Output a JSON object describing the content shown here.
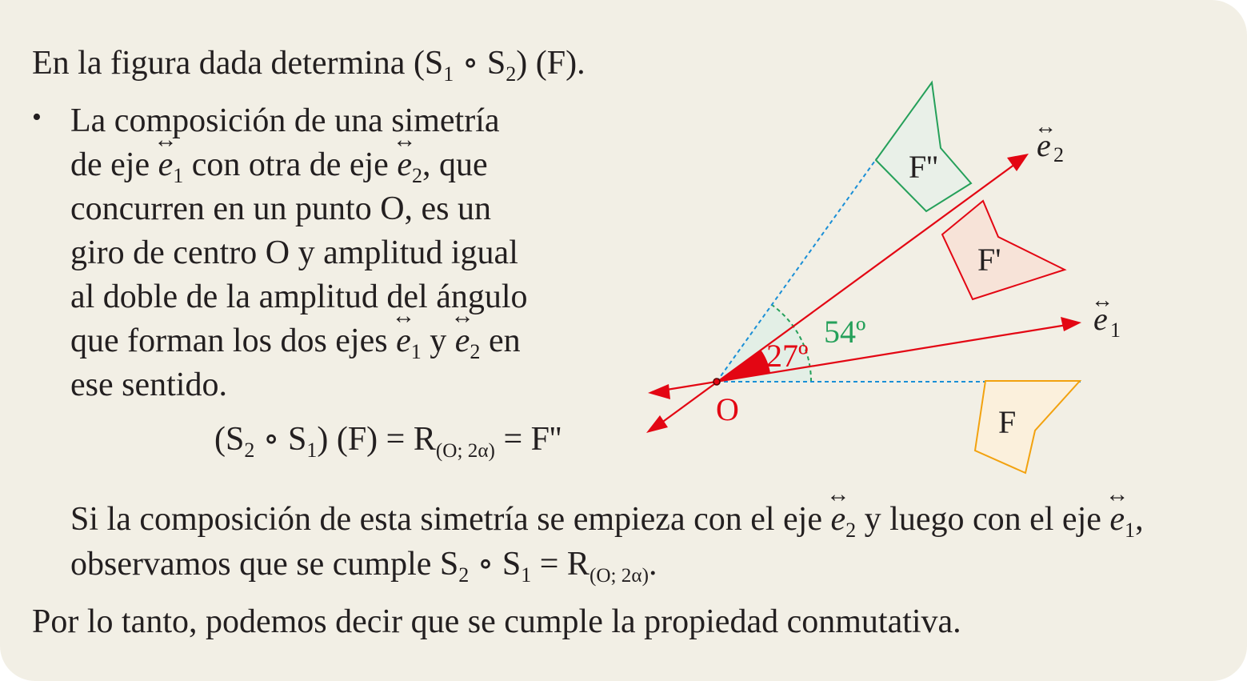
{
  "intro": {
    "prefix": "En la figura dada determina (S",
    "sub1": "1",
    "mid": " ∘ S",
    "sub2": "2",
    "suffix": ") (F)."
  },
  "bullet": {
    "symbol": "•",
    "line1": "La composición de una simetría",
    "line2_a": "de eje ",
    "line2_e1": "e",
    "line2_s1": "1",
    "line2_b": " con otra de eje ",
    "line2_e2": "e",
    "line2_s2": "2",
    "line2_c": ", que",
    "line3": "concurren en un punto O, es un",
    "line4": "giro de centro O y amplitud igual",
    "line5": "al doble de la amplitud del ángulo",
    "line6_a": "que forman los dos ejes ",
    "line6_e1": "e",
    "line6_s1": "1",
    "line6_b": " y ",
    "line6_e2": "e",
    "line6_s2": "2",
    "line6_c": " en",
    "line7": "ese sentido."
  },
  "formula": {
    "a": "(S",
    "s2": "2",
    "b": " ∘ S",
    "s1": "1",
    "c": ") (F) = R",
    "sub": "(O; 2α)",
    "d": " = F''"
  },
  "para2": {
    "l1_a": "Si la composición de esta simetría se empieza con el eje ",
    "l1_e2": "e",
    "l1_s2": "2",
    "l1_b": " y luego con el eje ",
    "l1_e1": "e",
    "l1_s1": "1",
    "l1_c": ",",
    "l2_a": "observamos que se cumple S",
    "l2_s2": "2",
    "l2_b": " ∘ S",
    "l2_s1": "1",
    "l2_c": " = R",
    "l2_sub": "(O; 2α)",
    "l2_d": "."
  },
  "conclusion": "Por lo tanto, podemos decir que se cumple la propiedad conmutativa.",
  "figure": {
    "label_O": "O",
    "label_F": "F",
    "label_F1": "F'",
    "label_F2": "F''",
    "axis1_letter": "e",
    "axis1_sub": "1",
    "axis2_letter": "e",
    "axis2_sub": "2",
    "angle_small": "27º",
    "angle_large": "54º",
    "colors": {
      "axes": "#e30613",
      "guides": "#1a8fd6",
      "F": "#f2a20f",
      "F1": "#e30613",
      "F2": "#25a05a",
      "angle_big": "#25a05a",
      "background": "#f2efe5"
    }
  }
}
